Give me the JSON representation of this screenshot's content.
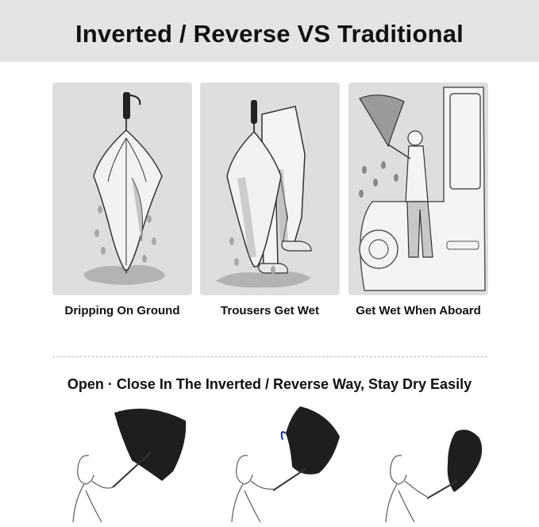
{
  "header": {
    "title": "Inverted / Reverse VS Traditional"
  },
  "panels": [
    {
      "caption": "Dripping On Ground",
      "icon": "dripping-umbrella-illustration"
    },
    {
      "caption": "Trousers Get Wet",
      "icon": "wet-trousers-illustration"
    },
    {
      "caption": "Get Wet When Aboard",
      "icon": "boarding-bus-illustration"
    }
  ],
  "demo": {
    "subtitle": "Open · Close In The Inverted / Reverse Way, Stay Dry Easily",
    "steps": [
      {
        "icon": "open-umbrella-figure"
      },
      {
        "icon": "half-inverted-umbrella-figure"
      },
      {
        "icon": "closed-inverted-umbrella-figure"
      }
    ]
  },
  "colors": {
    "banner": "#e4e4e4",
    "panel": "#dedede",
    "canopy": "#1e1e1e"
  }
}
